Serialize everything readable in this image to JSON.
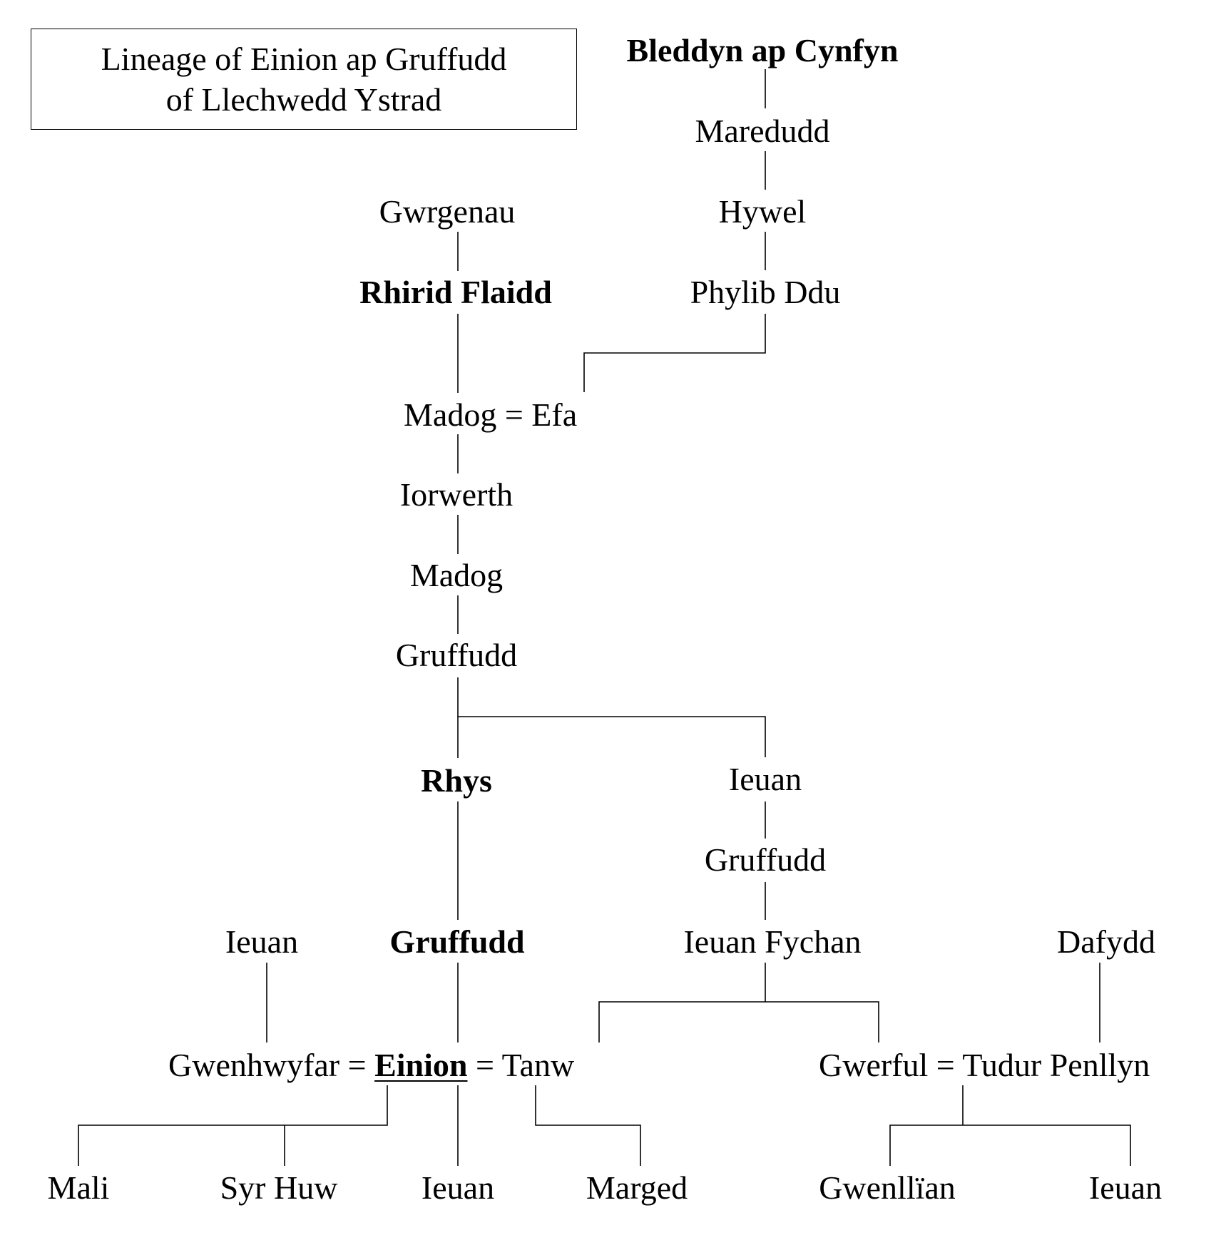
{
  "title": {
    "line1": "Lineage of Einion ap Gruffudd",
    "line2": "of Llechwedd Ystrad"
  },
  "people": {
    "bleddyn": "Bleddyn ap Cynfyn",
    "maredudd": "Maredudd",
    "hywel": "Hywel",
    "phylib": "Phylib Ddu",
    "gwrgenau": "Gwrgenau",
    "rhirid": "Rhirid Flaidd",
    "madog1": "Madog",
    "efa": "Efa",
    "iorwerth": "Iorwerth",
    "madog2": "Madog",
    "gruffudd1": "Gruffudd",
    "rhys": "Rhys",
    "ieuan1": "Ieuan",
    "gruffudd_ieuan": "Gruffudd",
    "ieuan_fychan": "Ieuan Fychan",
    "ieuan_gw": "Ieuan",
    "gruffudd2": "Gruffudd",
    "dafydd": "Dafydd",
    "gwenhwyfar": "Gwenhwyfar",
    "einion": "Einion",
    "tanw": "Tanw",
    "gwerful": "Gwerful",
    "tudur": "Tudur Penllyn",
    "mali": "Mali",
    "syr_huw": "Syr Huw",
    "ieuan_son": "Ieuan",
    "marged": "Marged",
    "gwenllian": "Gwenllïan",
    "ieuan_gwerful": "Ieuan"
  },
  "marriage_sign": "="
}
